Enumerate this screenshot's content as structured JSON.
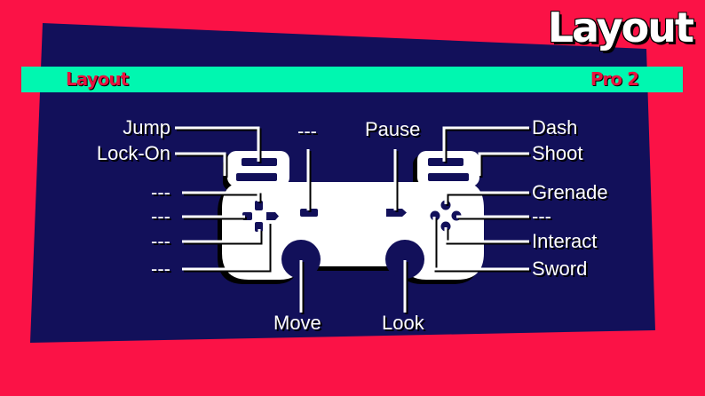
{
  "title": "Layout",
  "header": {
    "left_label": "Layout",
    "right_label": "Pro 2"
  },
  "colors": {
    "background": "#fb1246",
    "panel": "#12105a",
    "accent_bar": "#00f7b0",
    "bar_text": "#e8123f"
  },
  "controller": {
    "left_labels": [
      "Jump",
      "Lock-On",
      "---",
      "---",
      "---",
      "---"
    ],
    "right_labels": [
      "Dash",
      "Shoot",
      "Grenade",
      "---",
      "Interact",
      "Sword"
    ],
    "top_left_label": "---",
    "top_right_label": "Pause",
    "bottom_left_label": "Move",
    "bottom_right_label": "Look"
  }
}
